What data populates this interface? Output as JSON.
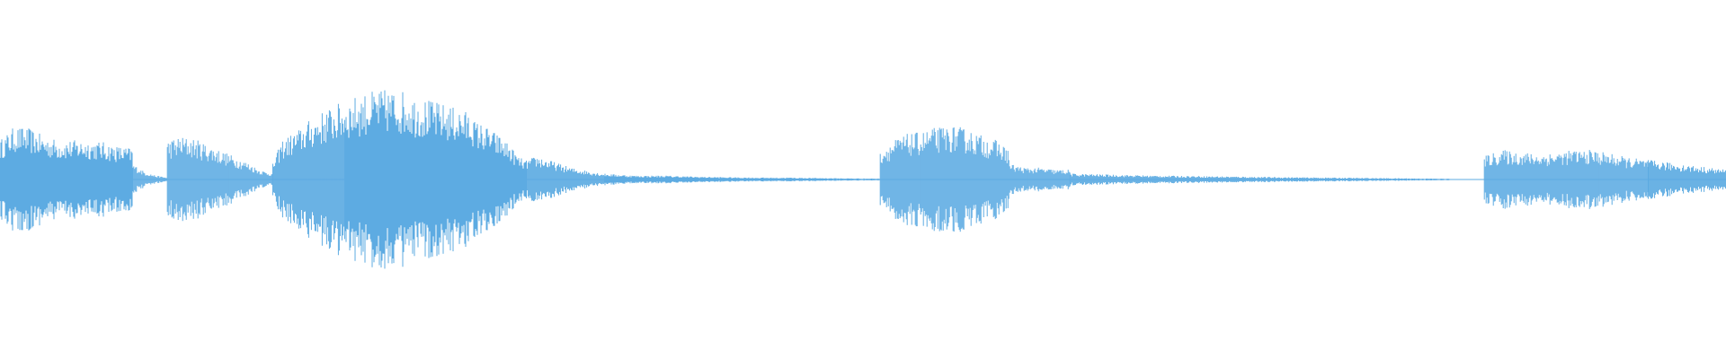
{
  "waveform": {
    "color": "#5dabe2",
    "background": "#ffffff",
    "segments": [
      {
        "start": 0.0,
        "end": 0.077,
        "amp": [
          0.2,
          0.27,
          0.26,
          0.22,
          0.2,
          0.2,
          0.2,
          0.19,
          0.17,
          0.16
        ]
      },
      {
        "start": 0.077,
        "end": 0.097,
        "amp": [
          0.08,
          0.04,
          0.02,
          0.01
        ]
      },
      {
        "start": 0.097,
        "end": 0.158,
        "amp": [
          0.2,
          0.22,
          0.21,
          0.18,
          0.15,
          0.12,
          0.09,
          0.05,
          0.03
        ]
      },
      {
        "start": 0.158,
        "end": 0.2,
        "amp": [
          0.08,
          0.2,
          0.23,
          0.26,
          0.3,
          0.33,
          0.36,
          0.38,
          0.4
        ]
      },
      {
        "start": 0.2,
        "end": 0.275,
        "amp": [
          0.4,
          0.43,
          0.45,
          0.46,
          0.45,
          0.42,
          0.4,
          0.38,
          0.36,
          0.33
        ]
      },
      {
        "start": 0.275,
        "end": 0.305,
        "amp": [
          0.3,
          0.28,
          0.25,
          0.22,
          0.18,
          0.12,
          0.09
        ]
      },
      {
        "start": 0.305,
        "end": 0.35,
        "amp": [
          0.1,
          0.12,
          0.1,
          0.08,
          0.06,
          0.05,
          0.04,
          0.03
        ]
      },
      {
        "start": 0.35,
        "end": 0.51,
        "amp": [
          0.03,
          0.02,
          0.02,
          0.015,
          0.012,
          0.01,
          0.01,
          0.008,
          0.006,
          0.005
        ]
      },
      {
        "start": 0.51,
        "end": 0.585,
        "amp": [
          0.15,
          0.2,
          0.23,
          0.24,
          0.26,
          0.27,
          0.27,
          0.25,
          0.22,
          0.2,
          0.15
        ]
      },
      {
        "start": 0.585,
        "end": 0.62,
        "amp": [
          0.08,
          0.06,
          0.06,
          0.05,
          0.05
        ]
      },
      {
        "start": 0.62,
        "end": 0.84,
        "amp": [
          0.03,
          0.025,
          0.02,
          0.018,
          0.015,
          0.012,
          0.01,
          0.008,
          0.006,
          0.004
        ]
      },
      {
        "start": 0.86,
        "end": 0.955,
        "amp": [
          0.12,
          0.15,
          0.14,
          0.13,
          0.14,
          0.15,
          0.15,
          0.13,
          0.11,
          0.1
        ]
      },
      {
        "start": 0.955,
        "end": 1.0,
        "amp": [
          0.1,
          0.09,
          0.08,
          0.07,
          0.06,
          0.05
        ]
      }
    ]
  }
}
